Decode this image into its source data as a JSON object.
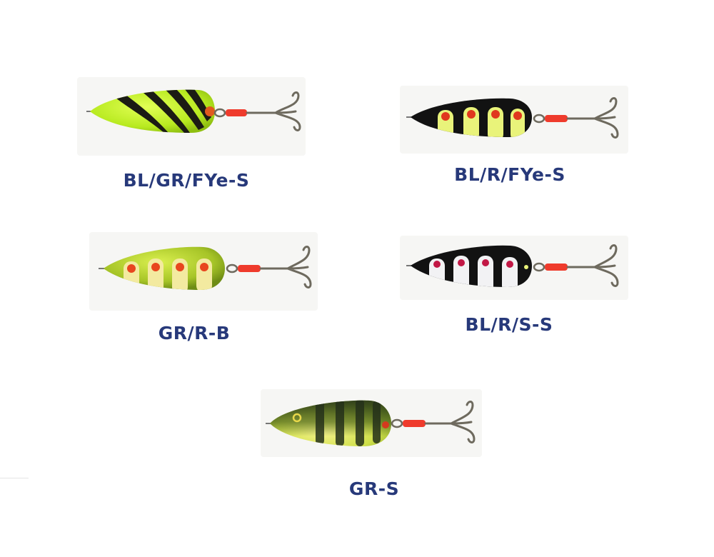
{
  "lures": [
    {
      "code": "BL/GR/FYe-S",
      "pattern": "tiger",
      "body_color": "#c6f02a",
      "stripe_color": "#1b1b14",
      "dot_color": "#e05a1e"
    },
    {
      "code": "BL/R/FYe-S",
      "pattern": "dots-on-bars",
      "body_color": "#121212",
      "bar_color": "#e9f37a",
      "dot_color": "#e0381e"
    },
    {
      "code": "GR/R-B",
      "pattern": "dots-on-bars",
      "body_color": "#b3cf2f",
      "bar_color": "#f3eaa0",
      "dot_color": "#e8461e"
    },
    {
      "code": "BL/R/S-S",
      "pattern": "dots-on-bars",
      "body_color": "#121212",
      "bar_color": "#f2f2f4",
      "dot_color": "#c21846"
    },
    {
      "code": "GR-S",
      "pattern": "perch",
      "body_color": "#e0e84a",
      "stripe_color": "#25301a",
      "dot_color": "#d43a1e"
    }
  ],
  "hook": {
    "ring_color": "#ef3b2c",
    "metal_color": "#6e6a5e"
  }
}
